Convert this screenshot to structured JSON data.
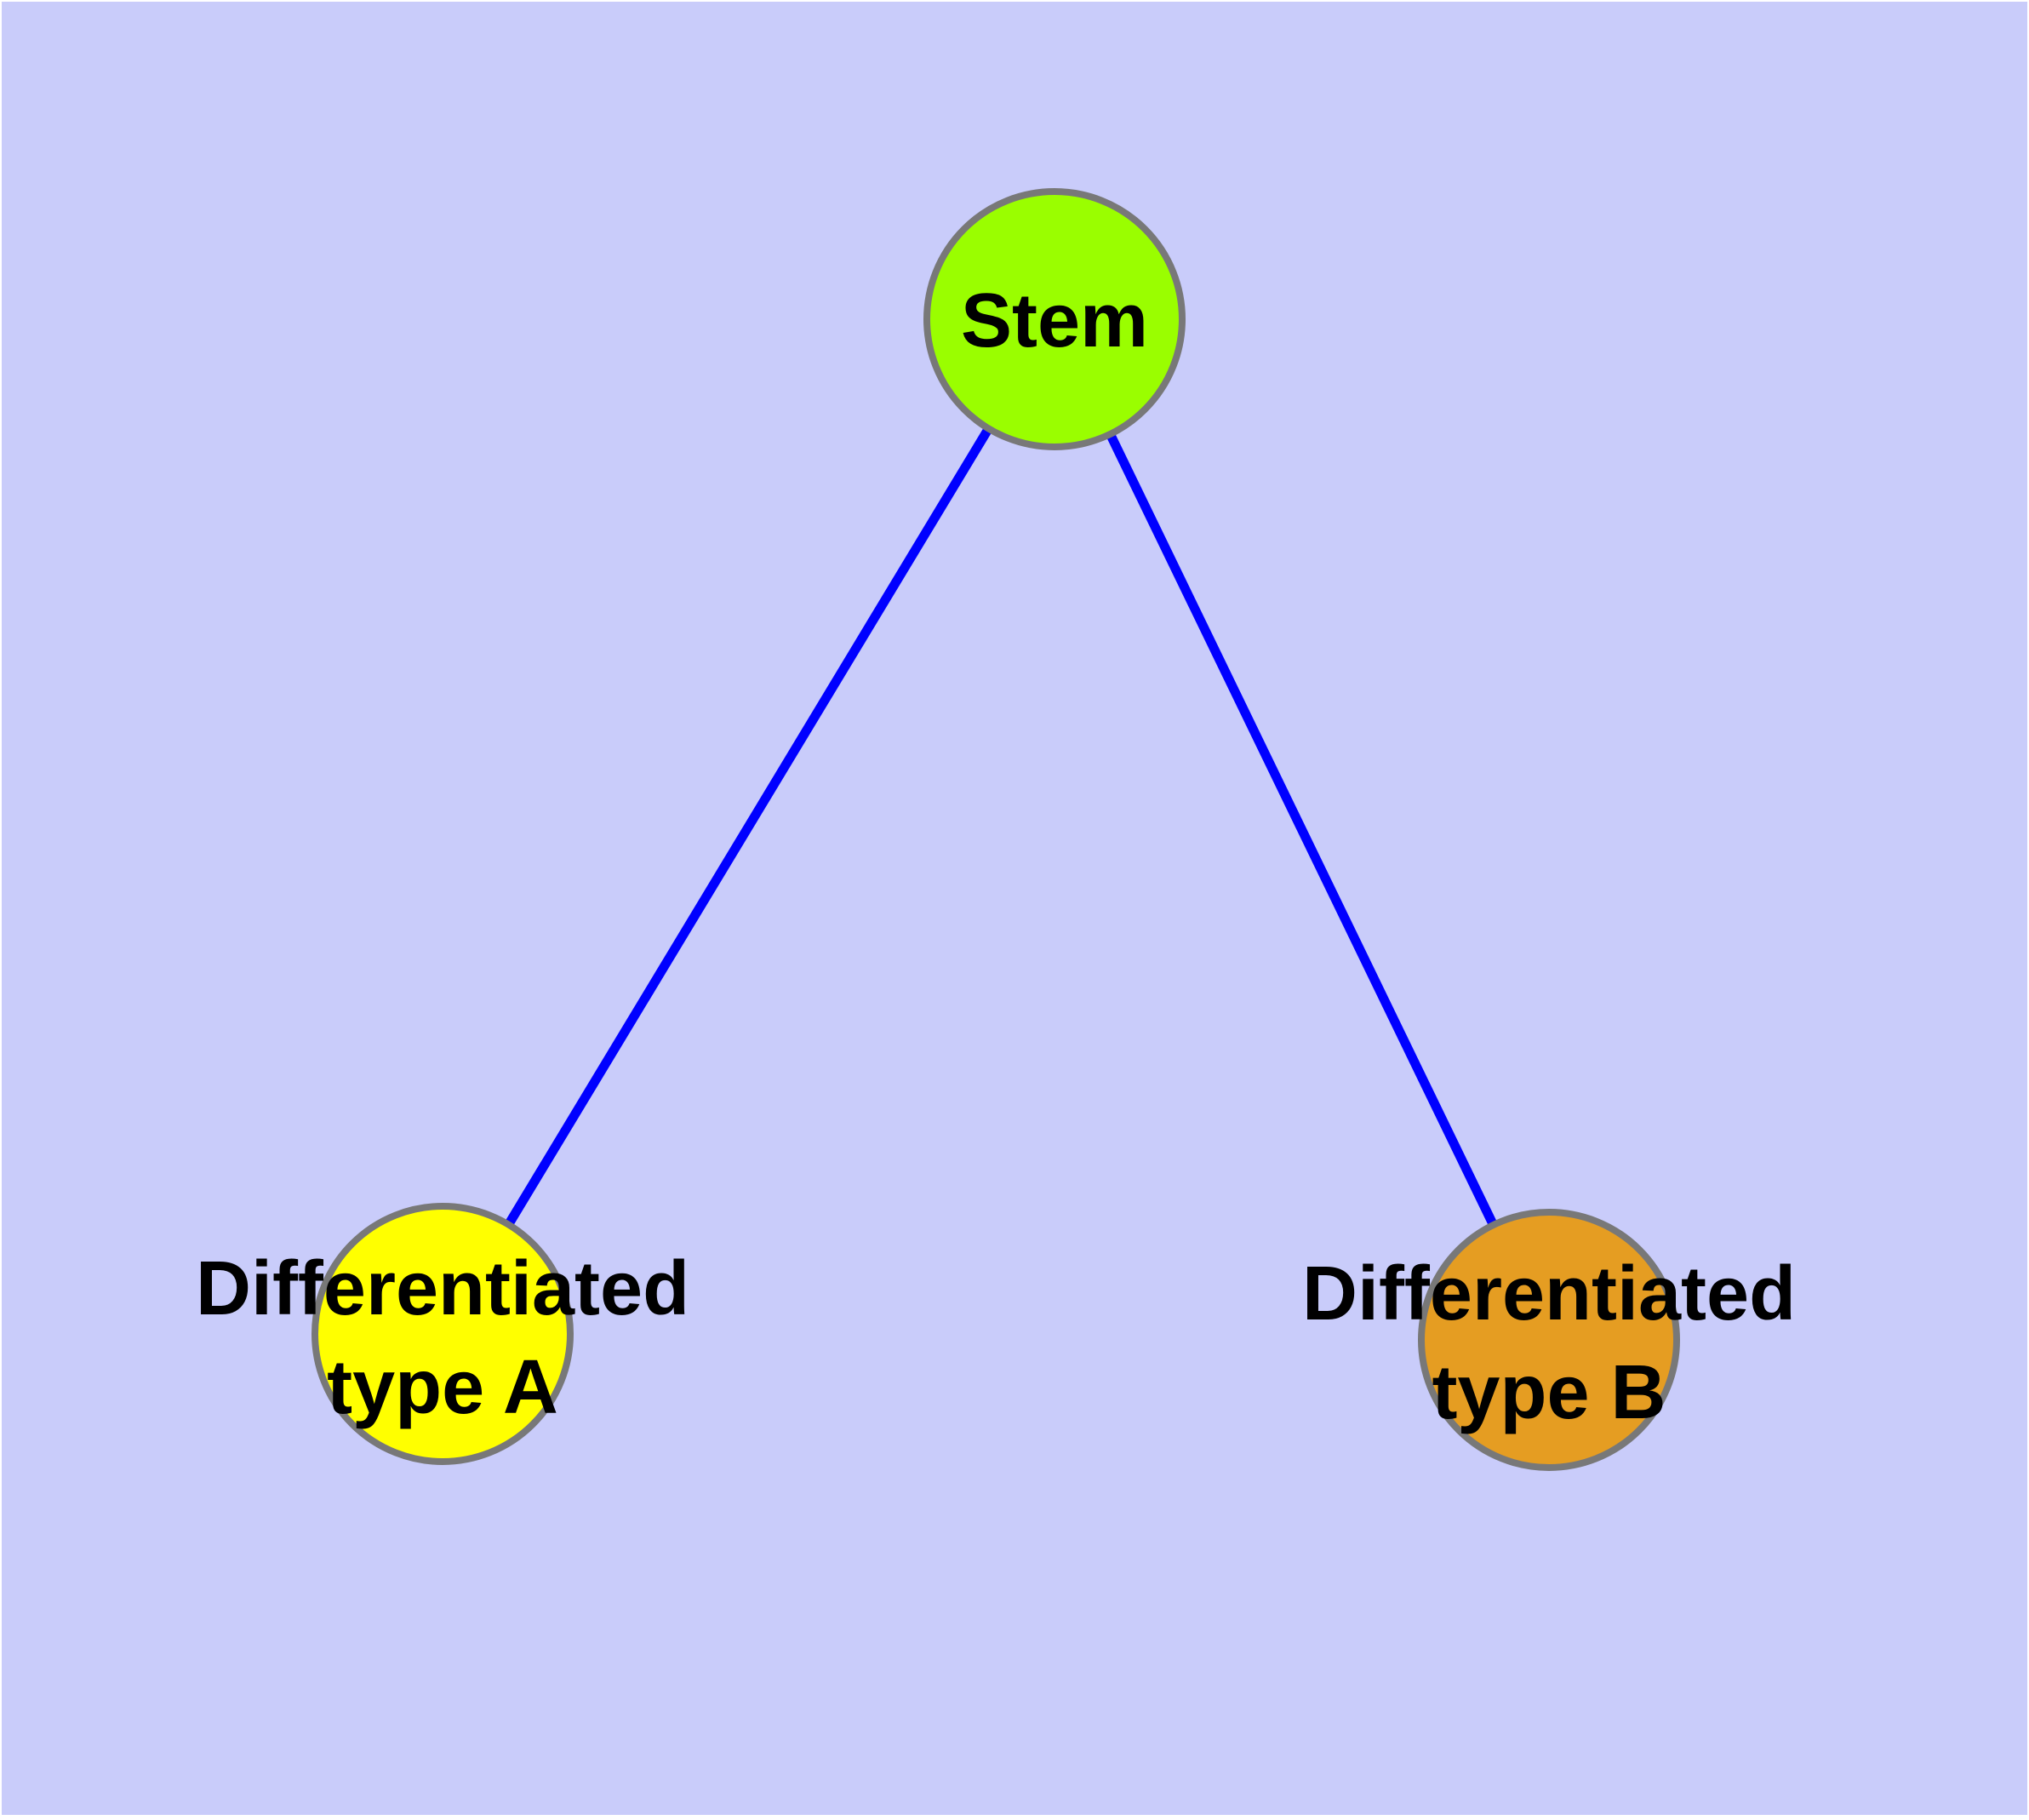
{
  "diagram": {
    "background_color": "#C9CCFA",
    "frame_color": "#FFFFFF",
    "edge_color": "#0000FF",
    "node_border_color": "#787878",
    "label_color": "#000000",
    "nodes": [
      {
        "id": "stem",
        "label": "Stem",
        "fill": "#9AFE00"
      },
      {
        "id": "differentiated-type-a",
        "label_line1": "Differentiated",
        "label_line2": "type A",
        "fill": "#FFFF00"
      },
      {
        "id": "differentiated-type-b",
        "label_line1": "Differentiated",
        "label_line2": "type B",
        "fill": "#E59D22"
      }
    ],
    "edges": [
      {
        "from": "stem",
        "to": "differentiated-type-a"
      },
      {
        "from": "stem",
        "to": "differentiated-type-b"
      }
    ]
  }
}
